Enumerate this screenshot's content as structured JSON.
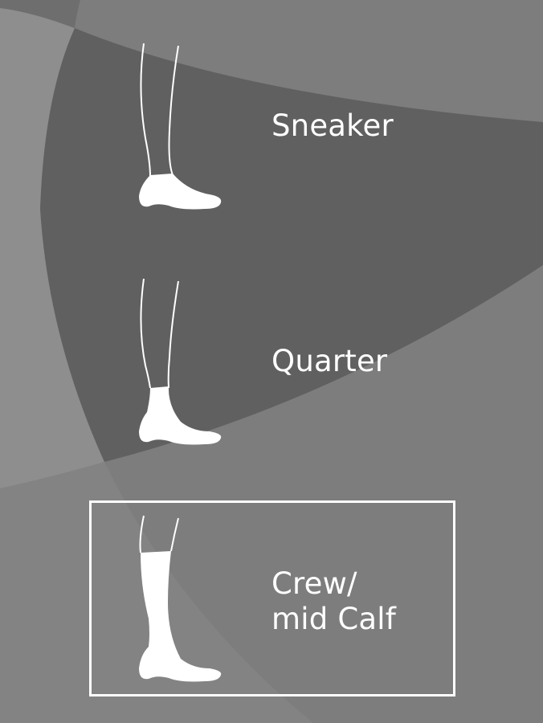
{
  "colors": {
    "base": "#7d7d7d",
    "light_region": "#8e8e8e",
    "dark_region": "#606060",
    "foreground": "#ffffff"
  },
  "sock_types": [
    {
      "label": "Sneaker",
      "icon": "sneaker-sock-icon",
      "selected": false
    },
    {
      "label": "Quarter",
      "icon": "quarter-sock-icon",
      "selected": false
    },
    {
      "label_line1": "Crew/",
      "label_line2": "mid Calf",
      "icon": "crew-sock-icon",
      "selected": true
    }
  ]
}
